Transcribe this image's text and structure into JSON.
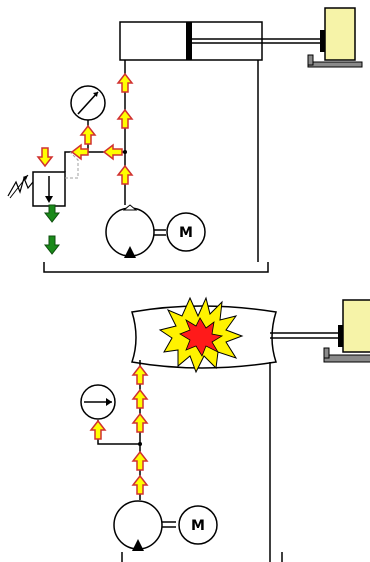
{
  "colors": {
    "line": "#000000",
    "pressure_arrow_fill": "#ffff00",
    "pressure_arrow_stroke": "#d03030",
    "return_arrow_fill": "#1a8a1a",
    "load_fill": "#f6f3a8",
    "explosion_outer": "#fff200",
    "explosion_inner": "#ff1a1a",
    "hidden_line": "#a0a0a0"
  },
  "top_circuit": {
    "motor": {
      "label": "M"
    },
    "gauge": {
      "icon": "pressure-gauge-needle-high"
    },
    "relief_valve": {
      "state": "open"
    },
    "cylinder": {
      "state": "extending"
    }
  },
  "bottom_circuit": {
    "motor": {
      "label": "M"
    },
    "gauge": {
      "icon": "pressure-gauge-needle-horizontal"
    },
    "relief_valve": {
      "state": "absent"
    },
    "cylinder": {
      "state": "burst"
    }
  }
}
